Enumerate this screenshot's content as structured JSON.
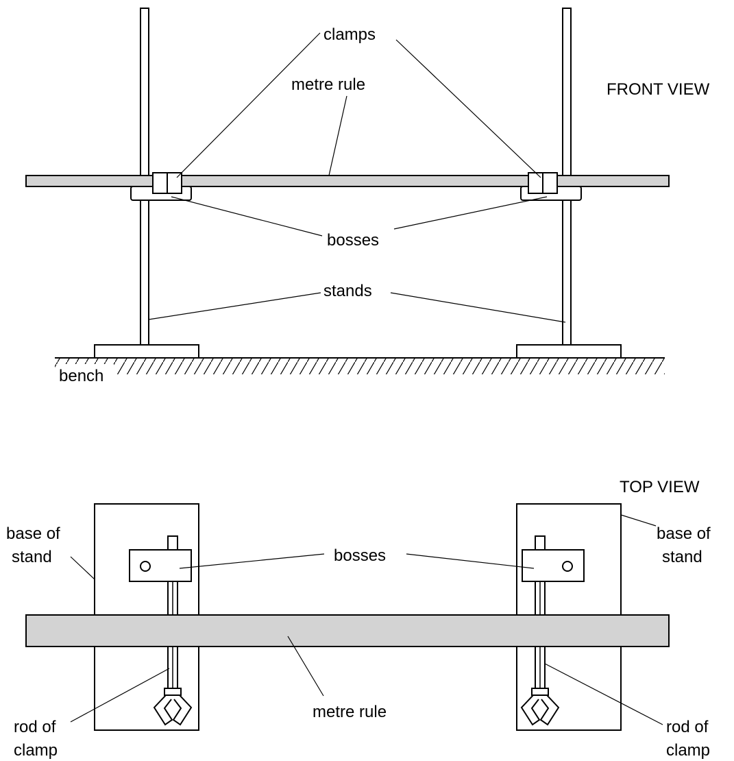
{
  "colors": {
    "metre_rule_fill": "#d3d3d3",
    "line": "#000000",
    "background": "#ffffff"
  },
  "front_view": {
    "title": "FRONT VIEW",
    "labels": {
      "clamps": "clamps",
      "metre_rule": "metre rule",
      "bosses": "bosses",
      "stands": "stands",
      "bench": "bench"
    }
  },
  "top_view": {
    "title": "TOP VIEW",
    "labels": {
      "base_of_stand_left_1": "base of",
      "base_of_stand_left_2": "stand",
      "base_of_stand_right_1": "base of",
      "base_of_stand_right_2": "stand",
      "bosses": "bosses",
      "metre_rule": "metre rule",
      "rod_of_clamp_left_1": "rod of",
      "rod_of_clamp_left_2": "clamp",
      "rod_of_clamp_right_1": "rod of",
      "rod_of_clamp_right_2": "clamp"
    }
  }
}
